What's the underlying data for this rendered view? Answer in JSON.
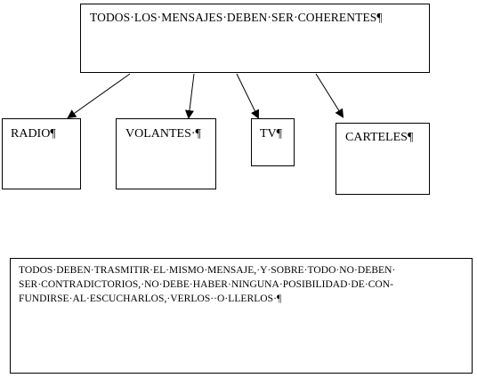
{
  "diagram": {
    "top_box": {
      "text": "TODOS·LOS·MENSAJES·DEBEN·SER·COHERENTES¶"
    },
    "children": [
      {
        "id": "radio",
        "text": "RADIO¶"
      },
      {
        "id": "volantes",
        "text": "VOLANTES·¶"
      },
      {
        "id": "tv",
        "text": "TV¶"
      },
      {
        "id": "carteles",
        "text": "CARTELES¶"
      }
    ],
    "bottom_box": {
      "lines": [
        "TODOS·DEBEN·TRASMITIR·EL·MISMO·MENSAJE,·Y·SOBRE·TODO·NO·DEBEN·",
        "SER·CONTRADICTORIOS,·NO·DEBE·HABER·NINGUNA·POSIBILIDAD·DE·CON-",
        "FUNDIRSE·AL·ESCUCHARLOS,·VERLOS··O·LLERLOS·¶"
      ]
    },
    "colors": {
      "line": "#000000",
      "background": "#ffffff"
    }
  }
}
